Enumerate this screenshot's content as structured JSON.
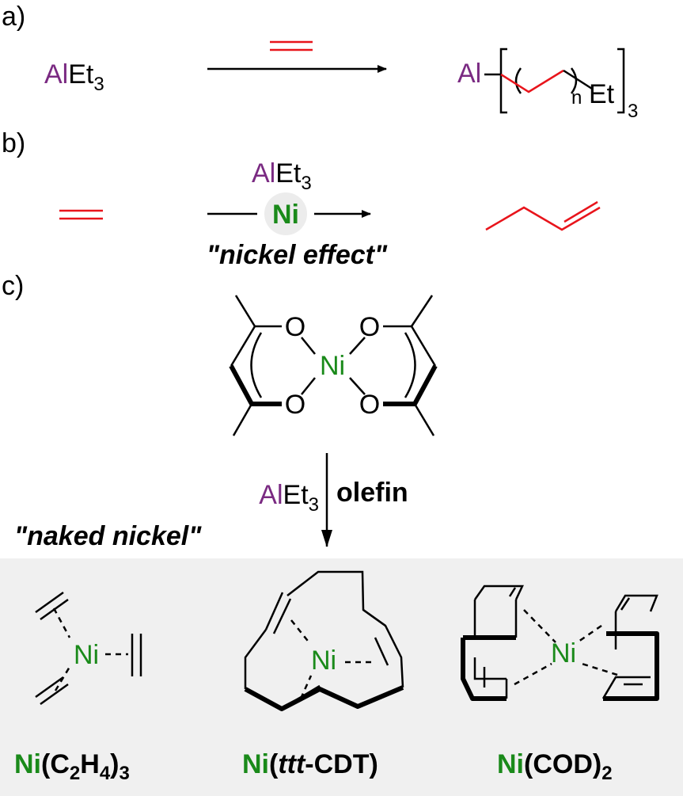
{
  "panels": {
    "a": {
      "label": "a)",
      "reactant_al": "Al",
      "reactant_et": "Et",
      "reactant_sub": "3",
      "product_al": "Al",
      "product_n": "n",
      "product_et": "Et",
      "product_sub": "3"
    },
    "b": {
      "label": "b)",
      "reagent_al": "Al",
      "reagent_et": "Et",
      "reagent_sub": "3",
      "catalyst": "Ni",
      "caption": "\"nickel effect\""
    },
    "c": {
      "label": "c)",
      "center_metal": "Ni",
      "o_labels": [
        "O",
        "O",
        "O",
        "O"
      ],
      "reagent_al": "Al",
      "reagent_et": "Et",
      "reagent_sub": "3",
      "reagent_olefin": "olefin",
      "caption": "\"naked nickel\"",
      "complexes": [
        {
          "metal": "Ni",
          "pre": "(C",
          "s1": "2",
          "mid": "H",
          "s2": "4",
          "post": ")",
          "s3": "3"
        },
        {
          "metal": "Ni",
          "pre": "(",
          "ital": "ttt",
          "post": "-CDT)"
        },
        {
          "metal": "Ni",
          "pre": "(COD)",
          "s1": "2"
        }
      ]
    }
  },
  "colors": {
    "aluminum": "#7a2a82",
    "nickel": "#1a8a1a",
    "ethylene": "#e8141b",
    "panel_background": "#f0f0f0"
  }
}
